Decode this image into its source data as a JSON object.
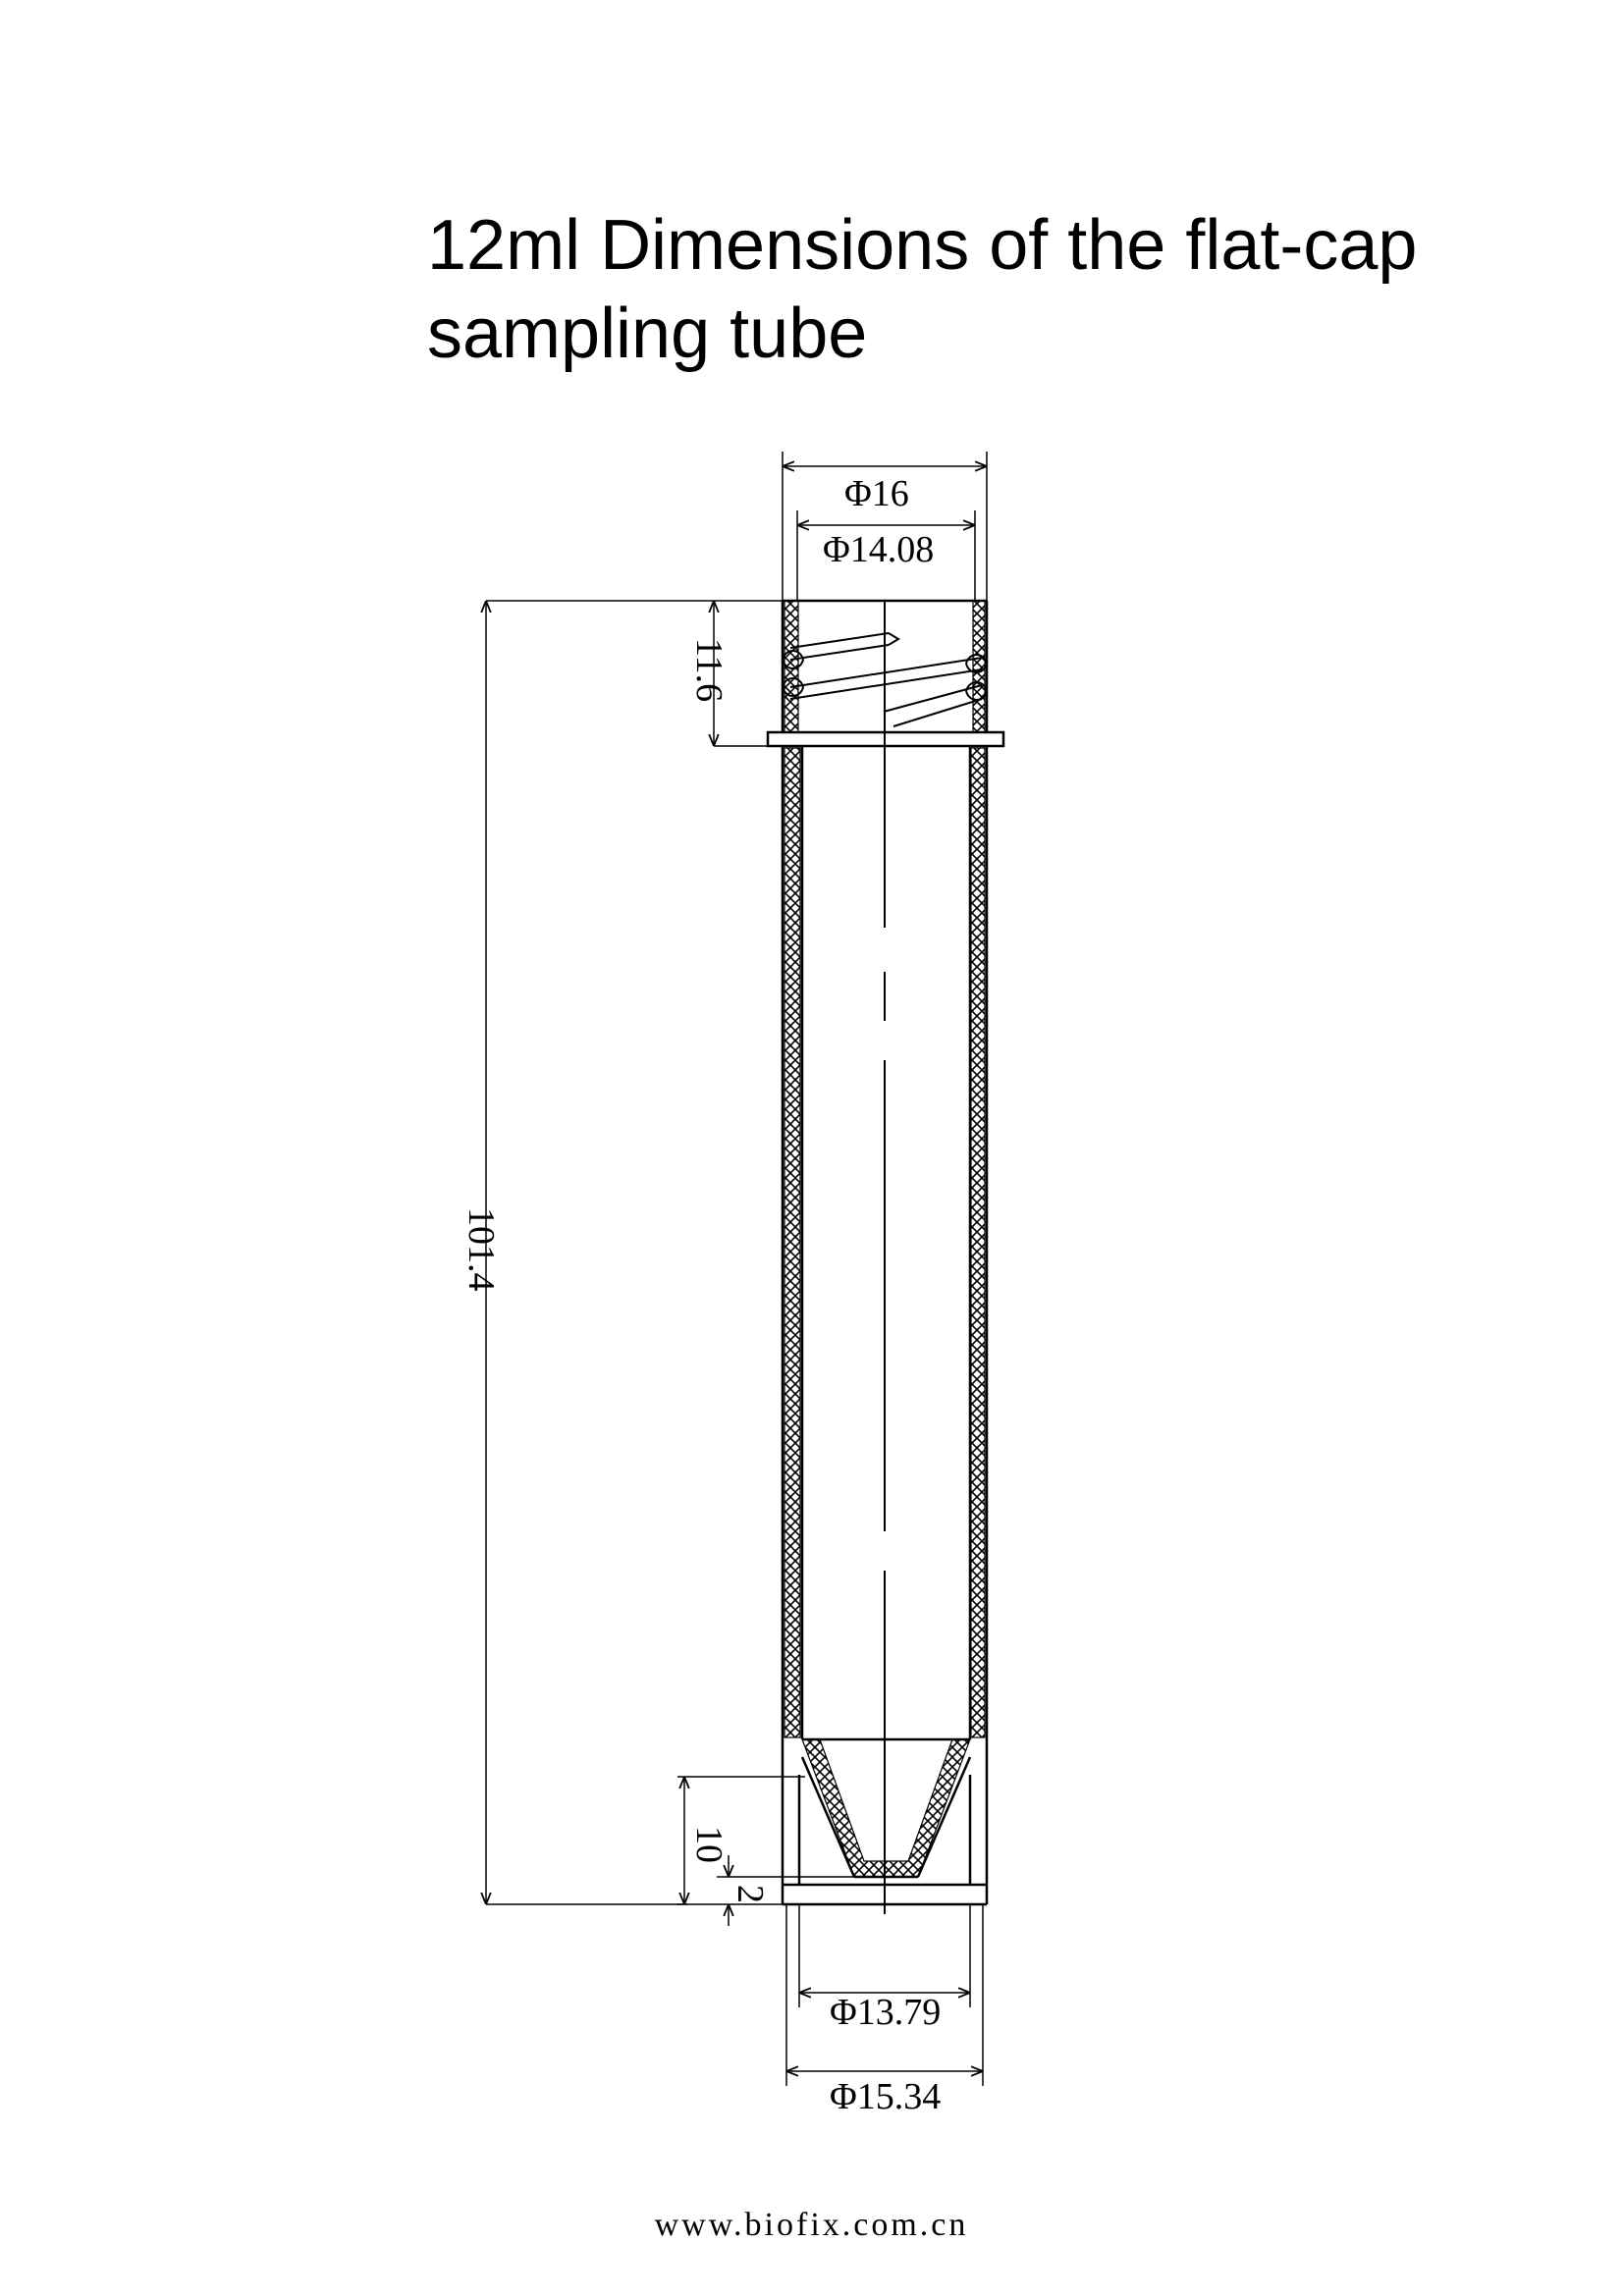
{
  "title": {
    "line1": "12ml Dimensions of the flat-cap",
    "line2": "sampling tube"
  },
  "dimensions": {
    "outer_top_diameter": "Φ16",
    "inner_top_diameter": "Φ14.08",
    "thread_height": "11.6",
    "total_height": "101.4",
    "cone_height": "10",
    "bottom_offset": "2",
    "skirt_inner_diameter": "Φ13.79",
    "skirt_outer_diameter": "Φ15.34"
  },
  "footer": {
    "website": "www.biofix.com.cn"
  }
}
